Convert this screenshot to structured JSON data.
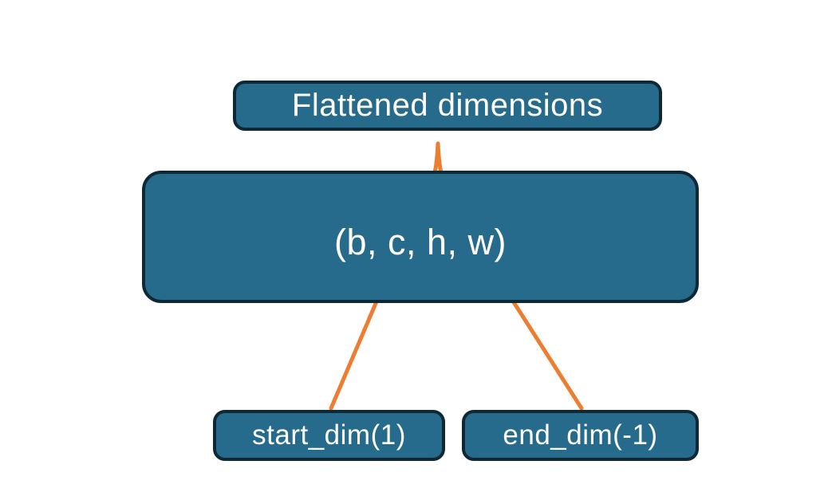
{
  "colors": {
    "background": "#ffffff",
    "box_fill": "#266a8c",
    "box_border": "#0e2935",
    "connector": "#ed7d31",
    "text": "#ffffff"
  },
  "nodes": {
    "flattened": {
      "text": "Flattened dimensions"
    },
    "tensor": {
      "text": "(b, c, h, w)"
    },
    "start_dim": {
      "text": "start_dim(1)"
    },
    "end_dim": {
      "text": "end_dim(-1)"
    }
  },
  "connectors": {
    "brace": "curly-brace from tensor box up to Flattened dimensions label",
    "start_arrow": "arrow from start_dim(1) up to dimension c in (b, c, h, w)",
    "end_arrow": "arrow from end_dim(-1) up to dimension w in (b, c, h, w)"
  }
}
